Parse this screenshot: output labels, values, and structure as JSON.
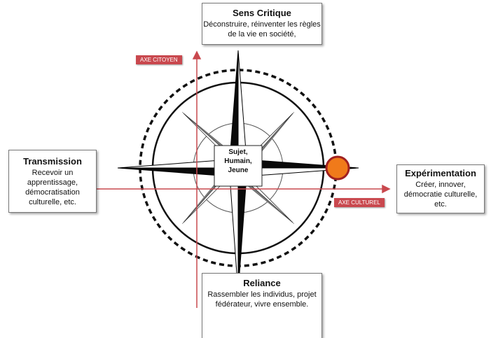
{
  "top_caption": "",
  "center": {
    "line1": "Sujet,",
    "line2": "Humain,",
    "line3": "Jeune"
  },
  "boxes": {
    "top": {
      "title": "Sens Critique",
      "desc": "Déconstruire, réinventer les règles de la vie en société,"
    },
    "left": {
      "title": "Transmission",
      "desc": "Recevoir un apprentissage, démocratisation culturelle, etc."
    },
    "right": {
      "title": "Expérimentation",
      "desc": "Créer, innover, démocratie culturelle, etc."
    },
    "bottom": {
      "title": "Reliance",
      "desc": "Rassembler les individus, projet fédérateur, vivre ensemble."
    }
  },
  "axes": {
    "citoyen": "AXE CITOYEN",
    "culturel": "AXE CULTUREL"
  },
  "colors": {
    "axis": "#c9484e",
    "marker": "#f07a1a",
    "star_dark": "#0a0a0a",
    "star_grey": "#7a7a7a"
  }
}
